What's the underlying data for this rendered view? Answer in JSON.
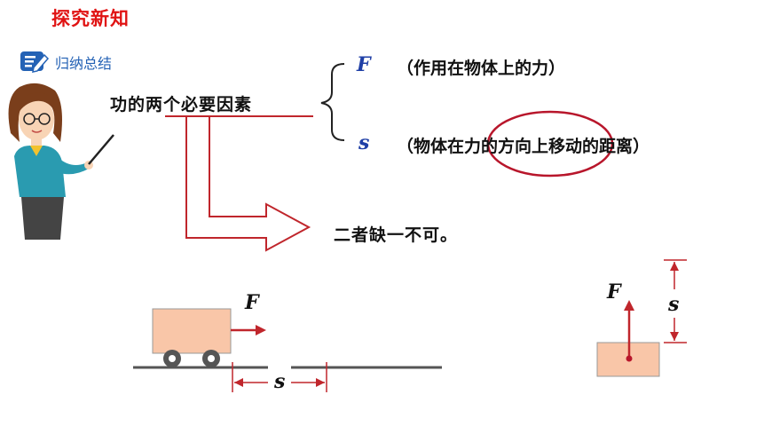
{
  "slide": {
    "title": "探究新知",
    "summary_label": "归纳总结",
    "main_label": "功的两个必要因素",
    "factor_force": {
      "symbol": "F",
      "description": "（作用在物体上的力）"
    },
    "factor_distance": {
      "symbol": "s",
      "description": "（物体在力的方向上移动的距离）"
    },
    "conclusion": "二者缺一不可。"
  },
  "diagram_cart": {
    "force_label": "F",
    "distance_label": "s"
  },
  "diagram_box": {
    "force_label": "F",
    "distance_label": "s"
  },
  "icons": [
    "edit-note-icon",
    "teacher-figure",
    "brace-icon",
    "double-arrow-icon"
  ],
  "colors": {
    "title": "#e01313",
    "accent_blue": "#2462b5",
    "arrow_red": "#c0262c",
    "box_fill": "#f9c6a8"
  }
}
